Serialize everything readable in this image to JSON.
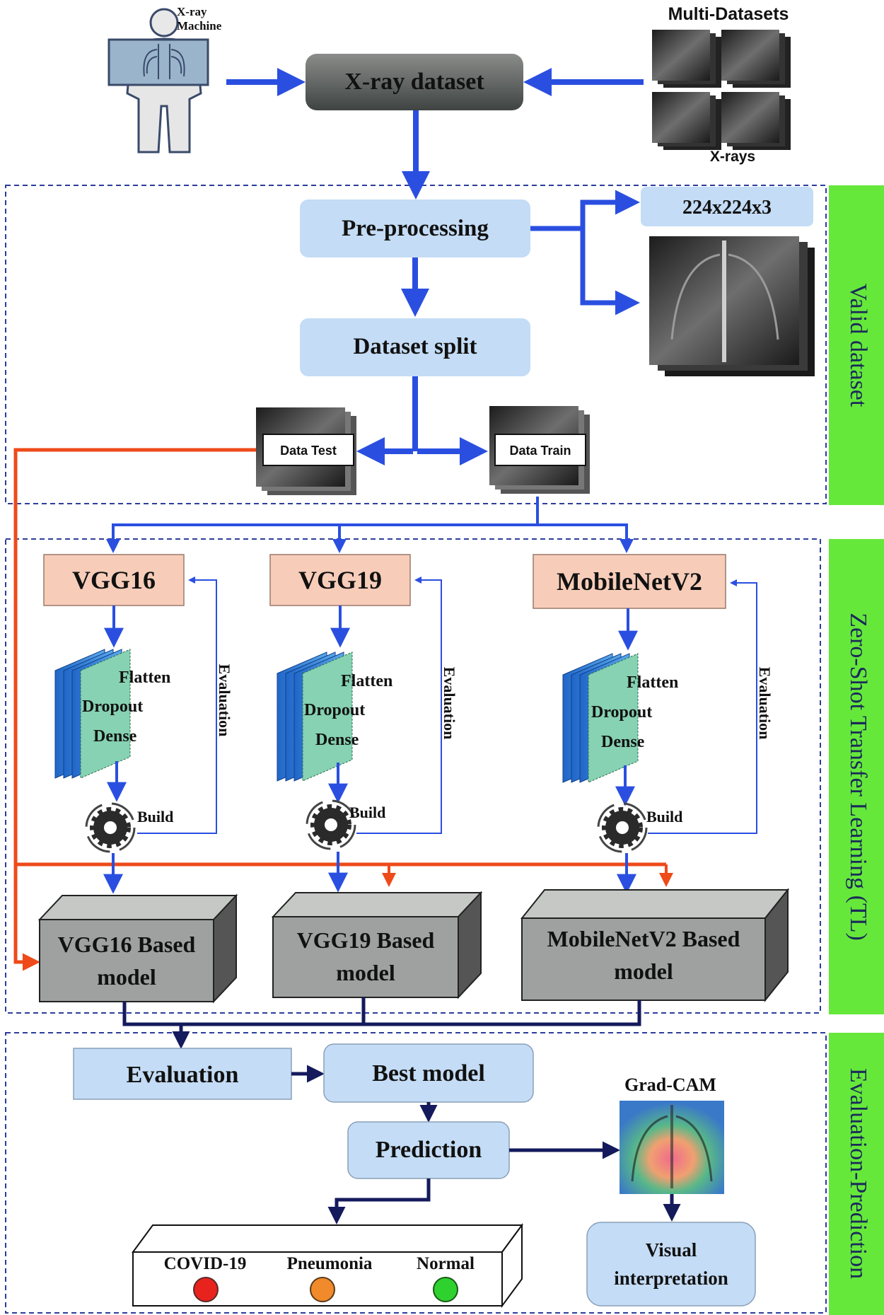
{
  "source": {
    "machine_label_line1": "X-ray",
    "machine_label_line2": "Machine",
    "multi_title": "Multi-Datasets",
    "xrays_label": "X-rays",
    "dataset_box": "X-ray dataset"
  },
  "sections": {
    "valid": "Valid dataset",
    "tl": "Zero-Shot Transfer Learning (TL)",
    "eval": "Evaluation-Prediction"
  },
  "preprocessing": {
    "label": "Pre-processing",
    "size": "224x224x3",
    "split": "Dataset split",
    "data_test": "Data Test",
    "data_train": "Data Train"
  },
  "models": [
    {
      "name": "VGG16",
      "layers": [
        "Flatten",
        "Dropout",
        "Dense"
      ],
      "build": "Build",
      "evaluation": "Evaluation",
      "based_line1": "VGG16 Based",
      "based_line2": "model"
    },
    {
      "name": "VGG19",
      "layers": [
        "Flatten",
        "Dropout",
        "Dense"
      ],
      "build": "Build",
      "evaluation": "Evaluation",
      "based_line1": "VGG19 Based",
      "based_line2": "model"
    },
    {
      "name": "MobileNetV2",
      "layers": [
        "Flatten",
        "Dropout",
        "Dense"
      ],
      "build": "Build",
      "evaluation": "Evaluation",
      "based_line1": "MobileNetV2 Based",
      "based_line2": "model"
    }
  ],
  "evaluation": {
    "eval_box": "Evaluation",
    "best_model": "Best model",
    "prediction": "Prediction",
    "gradcam": "Grad-CAM",
    "visual_line1": "Visual",
    "visual_line2": "interpretation",
    "classes": [
      {
        "label": "COVID-19",
        "color": "#e8221c"
      },
      {
        "label": "Pneumonia",
        "color": "#f08a2a"
      },
      {
        "label": "Normal",
        "color": "#2fd12f"
      }
    ]
  },
  "colors": {
    "blue_arrow": "#2a4fe0",
    "red_arrow": "#ee4a1a",
    "navy_line": "#141a5c",
    "light_box": "#c4dcf5",
    "model_box": "#f7cdb9",
    "side_band": "#66e83b",
    "dashed_border": "#2d3d9a"
  }
}
